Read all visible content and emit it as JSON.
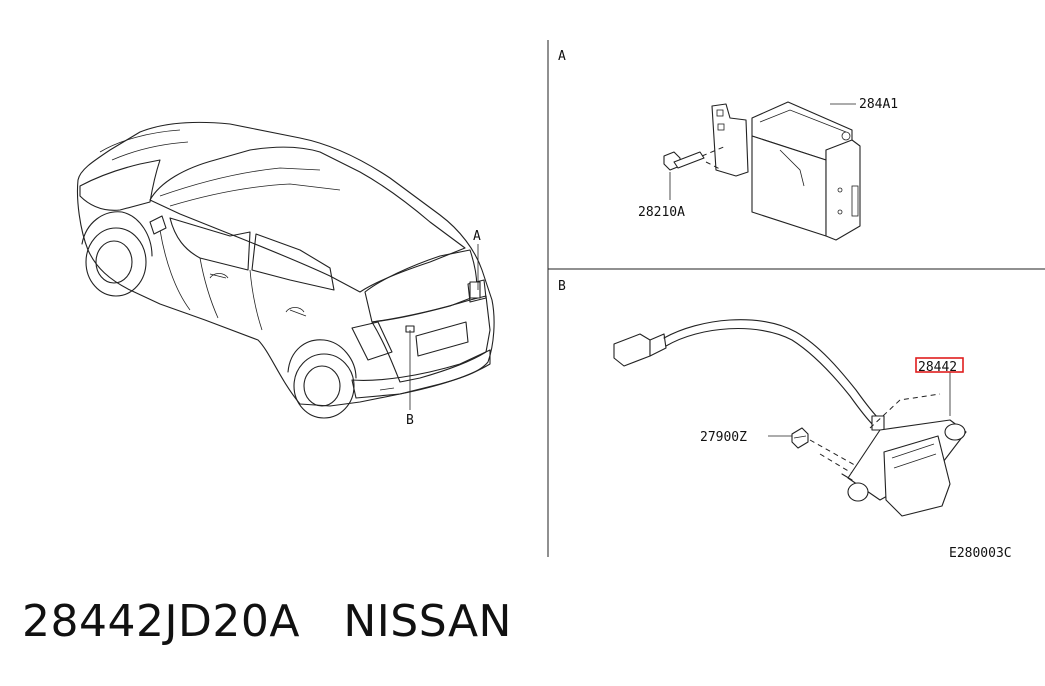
{
  "view_labels": {
    "a": "A",
    "b": "B"
  },
  "callouts": {
    "car_a": "A",
    "car_b": "B",
    "part_284a1": "284A1",
    "part_28210a": "28210A",
    "part_28442": "28442",
    "part_27900z": "27900Z"
  },
  "diagram_code": "E280003C",
  "caption": {
    "part_number": "28442JD20A",
    "brand": "NISSAN"
  },
  "highlight_color": "#e01e1e"
}
